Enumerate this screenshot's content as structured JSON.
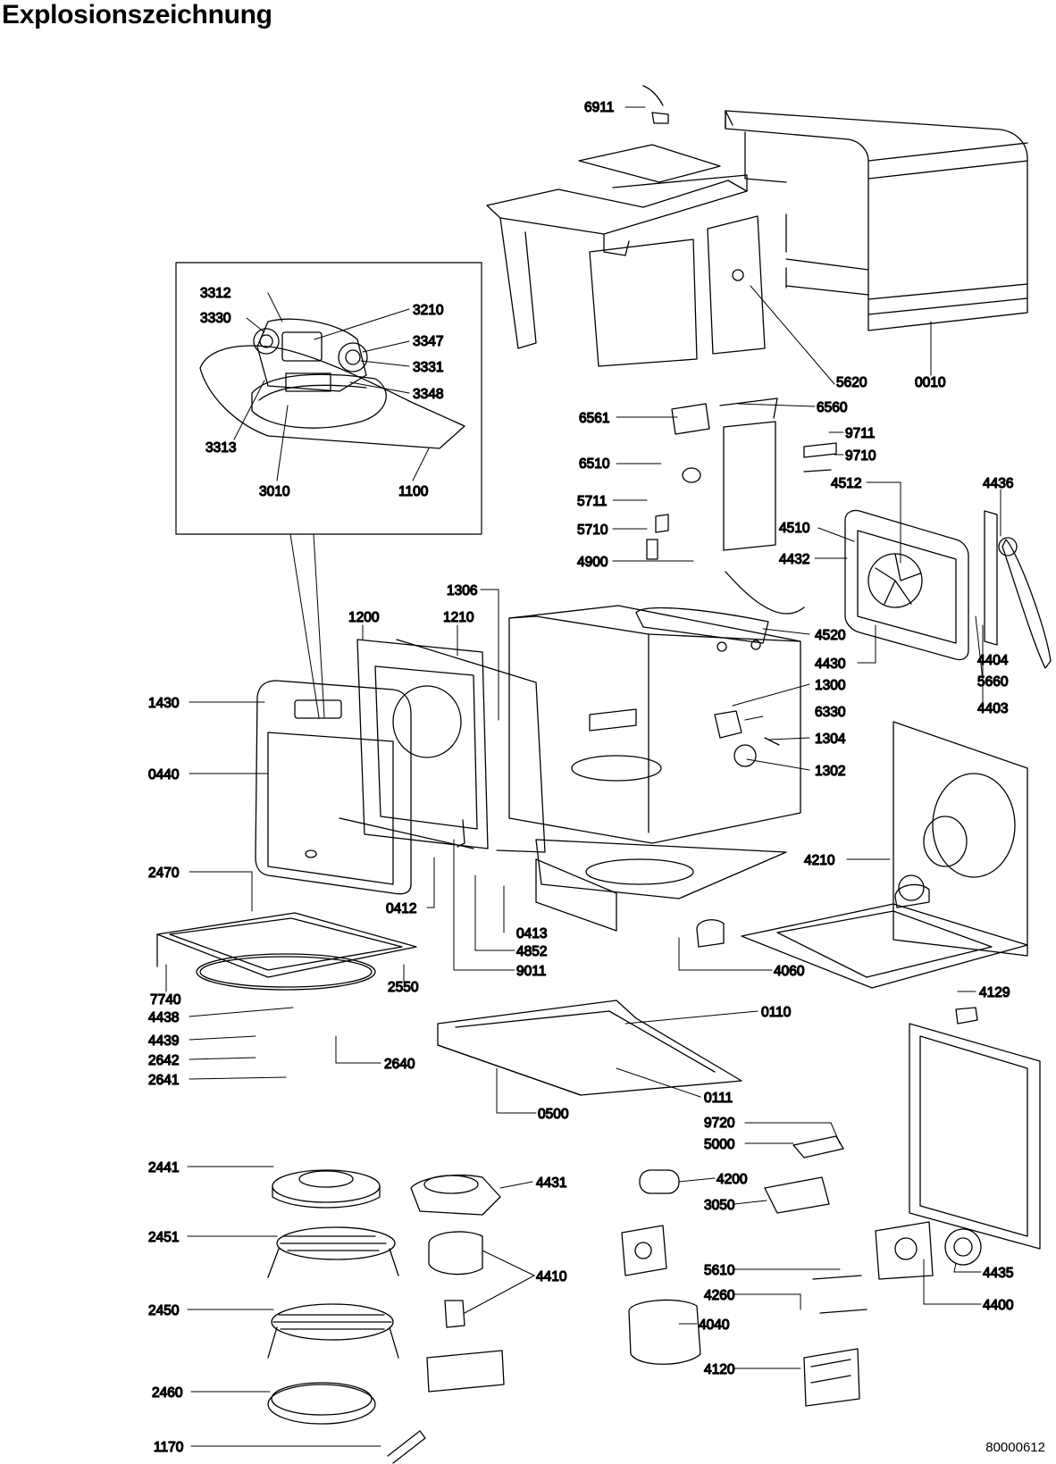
{
  "title": "Explosionszeichnung",
  "document_number": "80000612",
  "callouts": [
    {
      "id": "c6911",
      "label": "6911"
    },
    {
      "id": "c0010",
      "label": "0010"
    },
    {
      "id": "c5620",
      "label": "5620"
    },
    {
      "id": "c3312",
      "label": "3312"
    },
    {
      "id": "c3210",
      "label": "3210"
    },
    {
      "id": "c3330",
      "label": "3330"
    },
    {
      "id": "c3347",
      "label": "3347"
    },
    {
      "id": "c3331",
      "label": "3331"
    },
    {
      "id": "c3348",
      "label": "3348"
    },
    {
      "id": "c3313",
      "label": "3313"
    },
    {
      "id": "c3010",
      "label": "3010"
    },
    {
      "id": "c1100",
      "label": "1100"
    },
    {
      "id": "c6561",
      "label": "6561"
    },
    {
      "id": "c6560",
      "label": "6560"
    },
    {
      "id": "c9711",
      "label": "9711"
    },
    {
      "id": "c6510",
      "label": "6510"
    },
    {
      "id": "c9710",
      "label": "9710"
    },
    {
      "id": "c4512",
      "label": "4512"
    },
    {
      "id": "c4436",
      "label": "4436"
    },
    {
      "id": "c5711",
      "label": "5711"
    },
    {
      "id": "c5710",
      "label": "5710"
    },
    {
      "id": "c4510",
      "label": "4510"
    },
    {
      "id": "c4900",
      "label": "4900"
    },
    {
      "id": "c4432",
      "label": "4432"
    },
    {
      "id": "c1306",
      "label": "1306"
    },
    {
      "id": "c1200",
      "label": "1200"
    },
    {
      "id": "c1210",
      "label": "1210"
    },
    {
      "id": "c4520",
      "label": "4520"
    },
    {
      "id": "c4404",
      "label": "4404"
    },
    {
      "id": "c4430",
      "label": "4430"
    },
    {
      "id": "c5660",
      "label": "5660"
    },
    {
      "id": "c1430",
      "label": "1430"
    },
    {
      "id": "c1300",
      "label": "1300"
    },
    {
      "id": "c4403",
      "label": "4403"
    },
    {
      "id": "c6330",
      "label": "6330"
    },
    {
      "id": "c1304",
      "label": "1304"
    },
    {
      "id": "c0440",
      "label": "0440"
    },
    {
      "id": "c1302",
      "label": "1302"
    },
    {
      "id": "c4210",
      "label": "4210"
    },
    {
      "id": "c2470",
      "label": "2470"
    },
    {
      "id": "c0412",
      "label": "0412"
    },
    {
      "id": "c0413",
      "label": "0413"
    },
    {
      "id": "c4852",
      "label": "4852"
    },
    {
      "id": "c9011",
      "label": "9011"
    },
    {
      "id": "c4060",
      "label": "4060"
    },
    {
      "id": "c2550",
      "label": "2550"
    },
    {
      "id": "c7740",
      "label": "7740"
    },
    {
      "id": "c4129",
      "label": "4129"
    },
    {
      "id": "c4438",
      "label": "4438"
    },
    {
      "id": "c0110",
      "label": "0110"
    },
    {
      "id": "c4439",
      "label": "4439"
    },
    {
      "id": "c2642",
      "label": "2642"
    },
    {
      "id": "c2640",
      "label": "2640"
    },
    {
      "id": "c2641",
      "label": "2641"
    },
    {
      "id": "c0111",
      "label": "0111"
    },
    {
      "id": "c0500",
      "label": "0500"
    },
    {
      "id": "c9720",
      "label": "9720"
    },
    {
      "id": "c5000",
      "label": "5000"
    },
    {
      "id": "c2441",
      "label": "2441"
    },
    {
      "id": "c4431",
      "label": "4431"
    },
    {
      "id": "c4200",
      "label": "4200"
    },
    {
      "id": "c3050",
      "label": "3050"
    },
    {
      "id": "c2451",
      "label": "2451"
    },
    {
      "id": "c4435",
      "label": "4435"
    },
    {
      "id": "c5610",
      "label": "5610"
    },
    {
      "id": "c4410",
      "label": "4410"
    },
    {
      "id": "c4260",
      "label": "4260"
    },
    {
      "id": "c4400",
      "label": "4400"
    },
    {
      "id": "c2450",
      "label": "2450"
    },
    {
      "id": "c4040",
      "label": "4040"
    },
    {
      "id": "c4120",
      "label": "4120"
    },
    {
      "id": "c2460",
      "label": "2460"
    },
    {
      "id": "c1170",
      "label": "1170"
    }
  ]
}
